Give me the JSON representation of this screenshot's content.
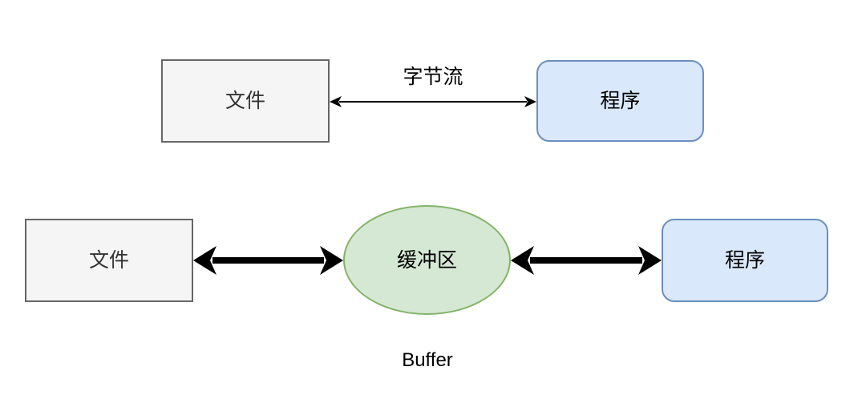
{
  "colors": {
    "background": "#ffffff",
    "gray_fill": "#f5f5f5",
    "gray_stroke": "#666666",
    "gray_text": "#333333",
    "blue_fill": "#dae8fc",
    "blue_stroke": "#6c8ebf",
    "green_fill": "#d5e8d4",
    "green_stroke": "#82b366",
    "arrow": "#000000"
  },
  "diagram": {
    "top_row": {
      "file_box": "文件",
      "arrow_label": "字节流",
      "program_box": "程序"
    },
    "bottom_row": {
      "file_box": "文件",
      "buffer_ellipse": "缓冲区",
      "program_box": "程序",
      "caption": "Buffer"
    }
  }
}
